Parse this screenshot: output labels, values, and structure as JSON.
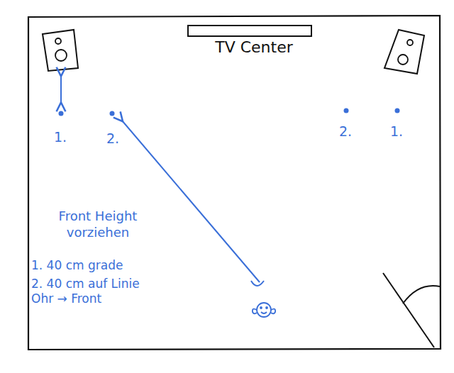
{
  "diagram": {
    "nodes": [
      {
        "text": [
          "TV Center"
        ]
      }
    ],
    "labels": [
      "1.",
      "2.",
      "2.",
      "1.",
      "Front Height vorziehen",
      "1. 40 cm grade",
      "2. 40 cm auf Linie Ohr → Front"
    ]
  }
}
